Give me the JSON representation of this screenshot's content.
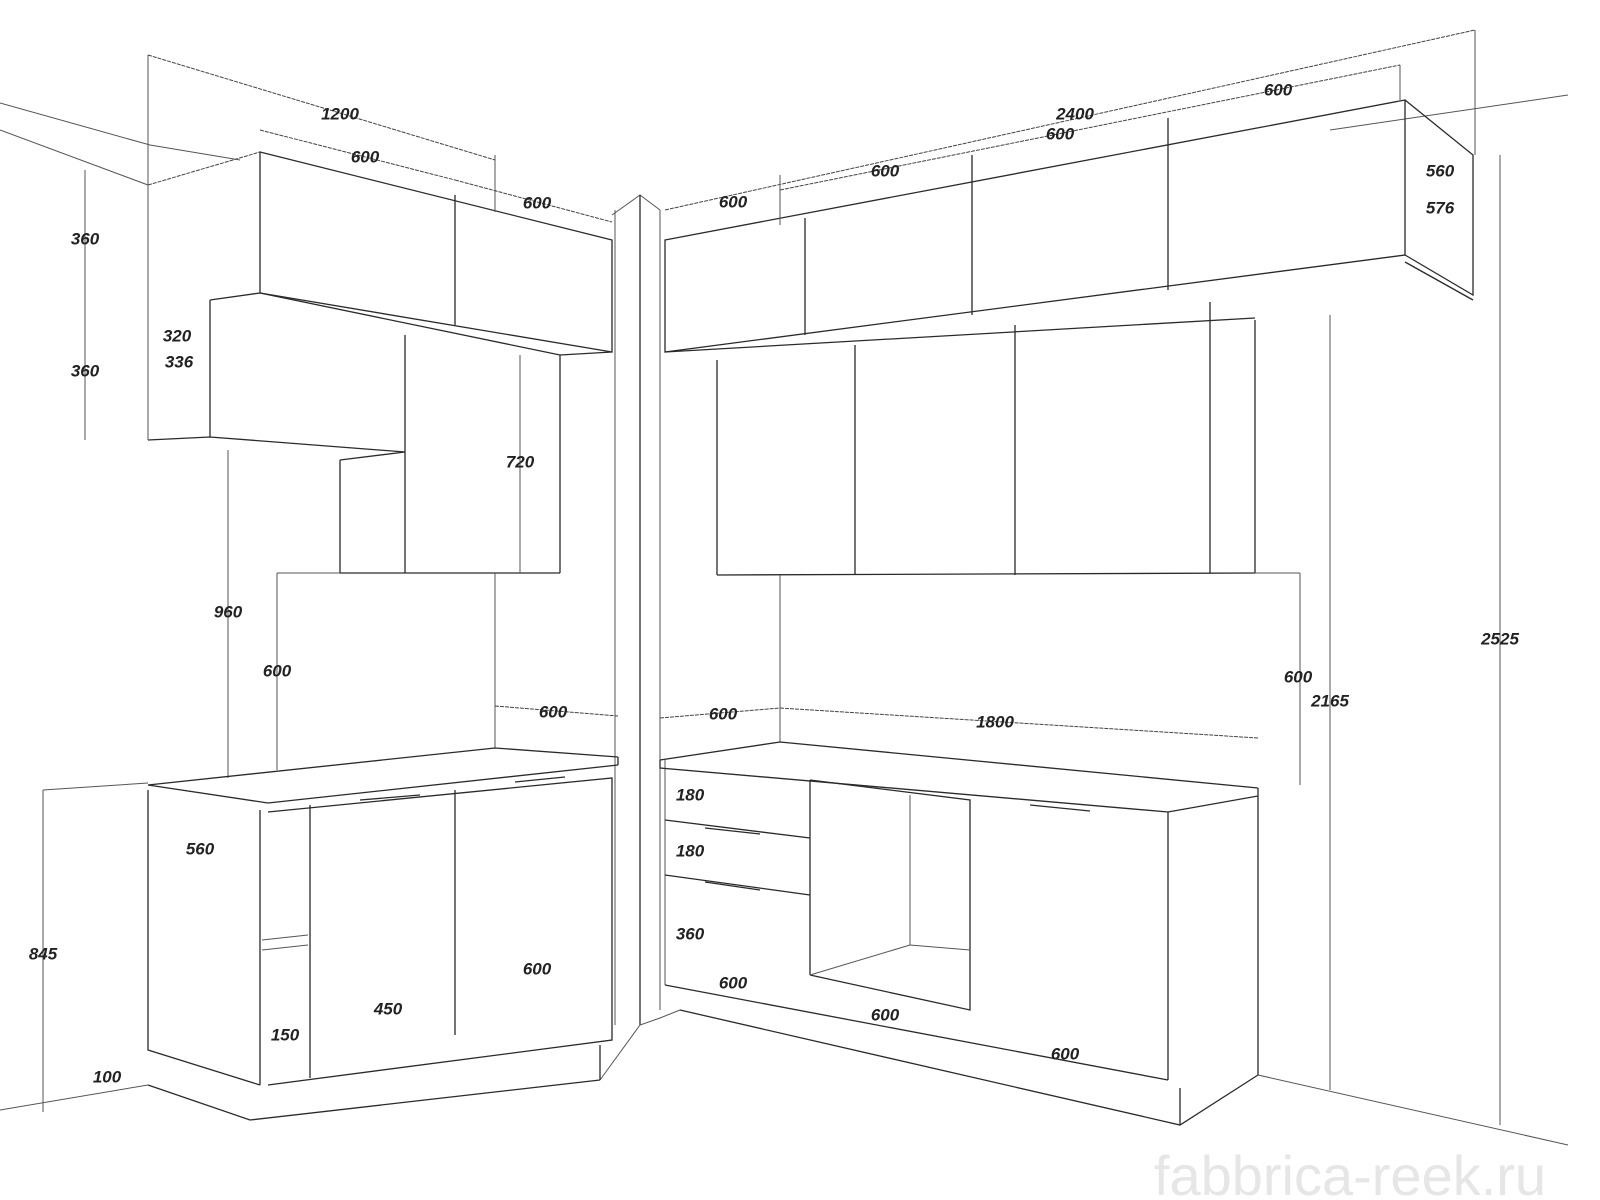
{
  "title": "Kitchen corner layout dimensions",
  "watermark": "fabbrica-reek.ru",
  "dimensions": [
    "1200",
    "600",
    "600",
    "360",
    "360",
    "320",
    "336",
    "720",
    "960",
    "600",
    "600",
    "560",
    "845",
    "600",
    "450",
    "150",
    "100",
    "2400",
    "600",
    "600",
    "600",
    "600",
    "560",
    "576",
    "2525",
    "600",
    "2165",
    "600",
    "1800",
    "180",
    "180",
    "360",
    "600",
    "600",
    "600"
  ],
  "colors": {
    "line": "#2a2a2a",
    "watermark": "#e6e6e6"
  }
}
